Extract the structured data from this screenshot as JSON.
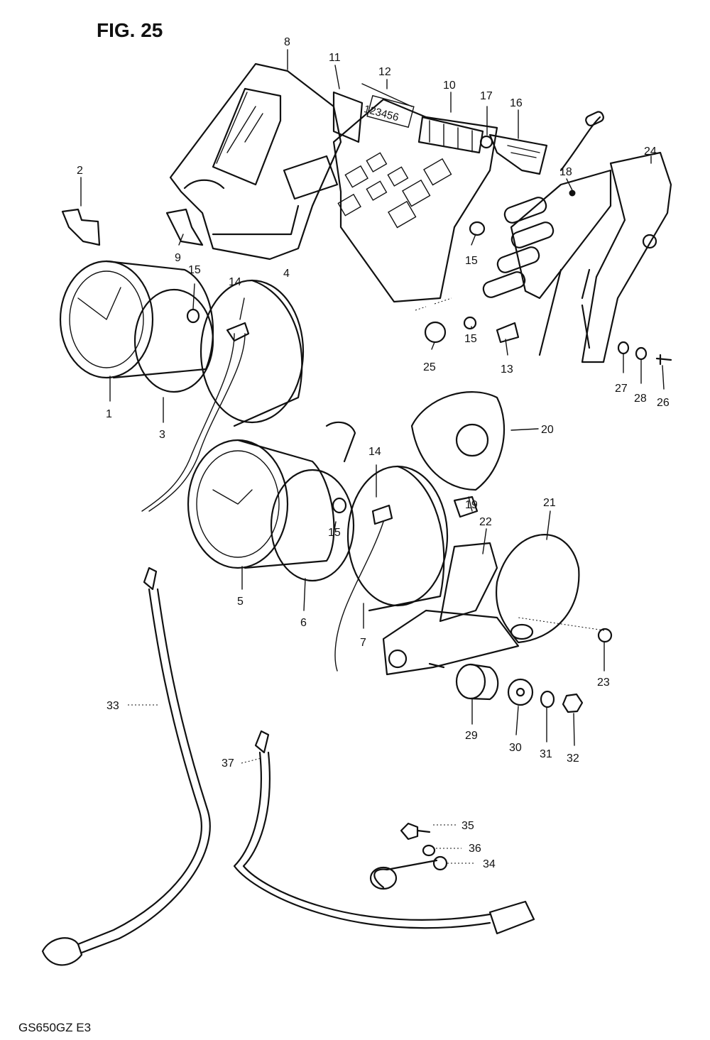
{
  "figure_title": "FIG. 25",
  "footer_code": "GS650GZ E3",
  "indicator_digits": "123456",
  "callouts": [
    {
      "id": "c1",
      "label": "1"
    },
    {
      "id": "c2",
      "label": "2"
    },
    {
      "id": "c3",
      "label": "3"
    },
    {
      "id": "c4",
      "label": "4"
    },
    {
      "id": "c5",
      "label": "5"
    },
    {
      "id": "c6",
      "label": "6"
    },
    {
      "id": "c7",
      "label": "7"
    },
    {
      "id": "c8",
      "label": "8"
    },
    {
      "id": "c9",
      "label": "9"
    },
    {
      "id": "c10",
      "label": "10"
    },
    {
      "id": "c11",
      "label": "11"
    },
    {
      "id": "c12",
      "label": "12"
    },
    {
      "id": "c13",
      "label": "13"
    },
    {
      "id": "c14a",
      "label": "14"
    },
    {
      "id": "c14b",
      "label": "14"
    },
    {
      "id": "c15a",
      "label": "15"
    },
    {
      "id": "c15b",
      "label": "15"
    },
    {
      "id": "c15c",
      "label": "15"
    },
    {
      "id": "c15d",
      "label": "15"
    },
    {
      "id": "c16",
      "label": "16"
    },
    {
      "id": "c17",
      "label": "17"
    },
    {
      "id": "c18",
      "label": "18"
    },
    {
      "id": "c19",
      "label": "19"
    },
    {
      "id": "c20",
      "label": "20"
    },
    {
      "id": "c21",
      "label": "21"
    },
    {
      "id": "c22",
      "label": "22"
    },
    {
      "id": "c23",
      "label": "23"
    },
    {
      "id": "c24",
      "label": "24"
    },
    {
      "id": "c25",
      "label": "25"
    },
    {
      "id": "c26",
      "label": "26"
    },
    {
      "id": "c27",
      "label": "27"
    },
    {
      "id": "c28",
      "label": "28"
    },
    {
      "id": "c29",
      "label": "29"
    },
    {
      "id": "c30",
      "label": "30"
    },
    {
      "id": "c31",
      "label": "31"
    },
    {
      "id": "c32",
      "label": "32"
    },
    {
      "id": "c33",
      "label": "33"
    },
    {
      "id": "c34",
      "label": "34"
    },
    {
      "id": "c35",
      "label": "35"
    },
    {
      "id": "c36",
      "label": "36"
    },
    {
      "id": "c37",
      "label": "37"
    }
  ]
}
